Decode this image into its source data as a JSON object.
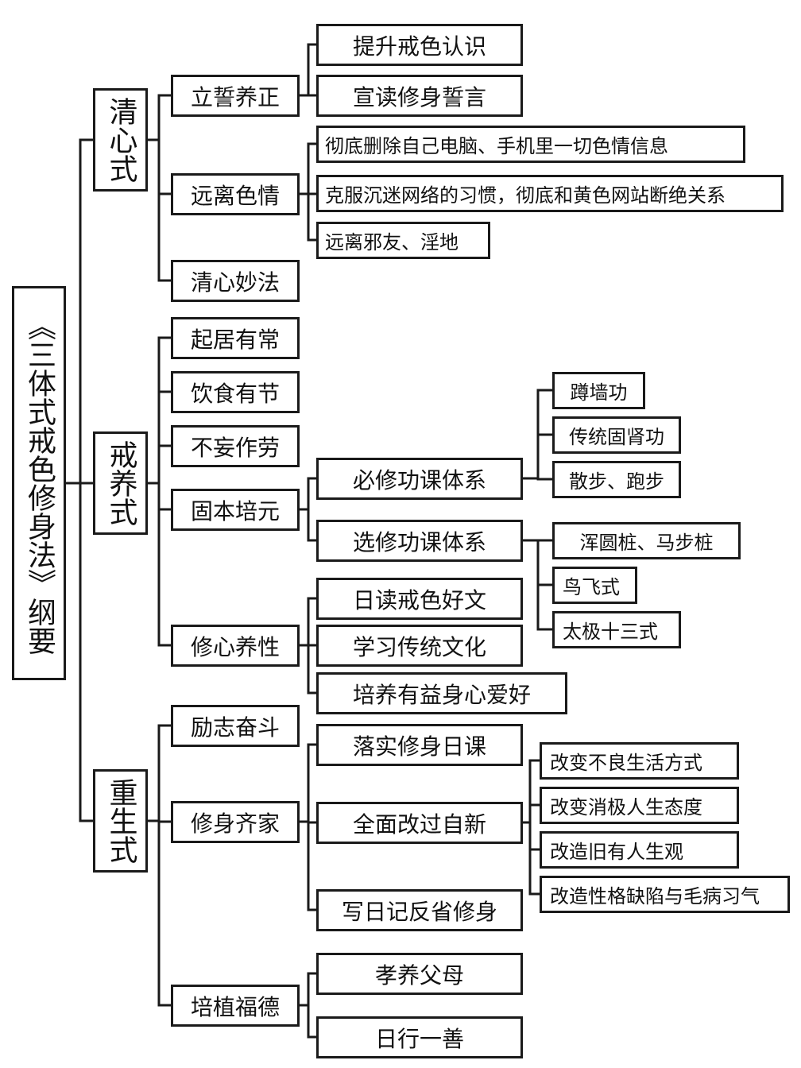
{
  "title": "《“三体式”戒色修身法》纲要",
  "root": {
    "label": "《三体式戒色修身法》纲要"
  },
  "sections": [
    {
      "label": "清心式",
      "children": [
        {
          "label": "立誓养正",
          "children": [
            {
              "label": "提升戒色认识"
            },
            {
              "label": "宣读修身誓言"
            }
          ]
        },
        {
          "label": "远离色情",
          "children": [
            {
              "label": "彻底删除自己电脑、手机里一切色情信息"
            },
            {
              "label": "克服沉迷网络的习惯，彻底和黄色网站断绝关系"
            },
            {
              "label": "远离邪友、淫地"
            }
          ]
        },
        {
          "label": "清心妙法"
        }
      ]
    },
    {
      "label": "戒养式",
      "children": [
        {
          "label": "起居有常"
        },
        {
          "label": "饮食有节"
        },
        {
          "label": "不妄作劳"
        },
        {
          "label": "固本培元",
          "children": [
            {
              "label": "必修功课体系",
              "children": [
                {
                  "label": "蹲墙功"
                },
                {
                  "label": "传统固肾功"
                },
                {
                  "label": "散步、跑步"
                }
              ]
            },
            {
              "label": "选修功课体系",
              "children": [
                {
                  "label": "浑圆桩、马步桩"
                },
                {
                  "label": "鸟飞式"
                },
                {
                  "label": "太极十三式"
                }
              ]
            }
          ]
        },
        {
          "label": "修心养性",
          "children": [
            {
              "label": "日读戒色好文"
            },
            {
              "label": "学习传统文化"
            },
            {
              "label": "培养有益身心爱好"
            }
          ]
        }
      ]
    },
    {
      "label": "重生式",
      "children": [
        {
          "label": "励志奋斗"
        },
        {
          "label": "修身齐家",
          "children": [
            {
              "label": "落实修身日课"
            },
            {
              "label": "全面改过自新",
              "children": [
                {
                  "label": "改变不良生活方式"
                },
                {
                  "label": "改变消极人生态度"
                },
                {
                  "label": "改造旧有人生观"
                },
                {
                  "label": "改造性格缺陷与毛病习气"
                }
              ]
            },
            {
              "label": "写日记反省修身"
            }
          ]
        },
        {
          "label": "培植福德",
          "children": [
            {
              "label": "孝养父母"
            },
            {
              "label": "日行一善"
            }
          ]
        }
      ]
    }
  ],
  "colors": {
    "line": "#1a1a1a",
    "box_border": "#1a1a1a",
    "background": "#ffffff",
    "text": "#111111"
  }
}
